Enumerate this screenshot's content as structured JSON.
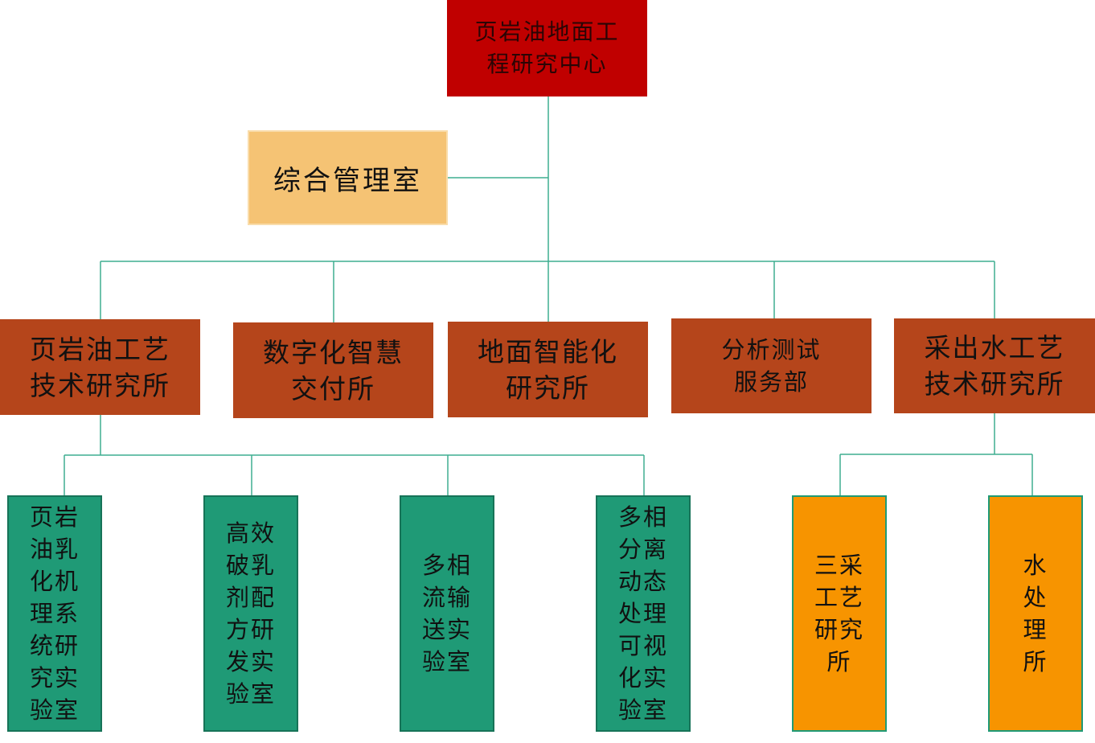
{
  "root": {
    "label": "页岩油地面工\n程研究中心",
    "color": "#c00000"
  },
  "admin": {
    "label": "综合管理室",
    "color": "#f5c374"
  },
  "departments": [
    {
      "label": "页岩油工艺\n技术研究所"
    },
    {
      "label": "数字化智慧\n交付所"
    },
    {
      "label": "地面智能化\n研究所"
    },
    {
      "label": "分析测试\n服务部"
    },
    {
      "label": "采出水工艺\n技术研究所"
    }
  ],
  "labs": [
    {
      "label": "页岩\n油乳\n化机\n理系\n统研\n究实\n验室"
    },
    {
      "label": "高效\n破乳\n剂配\n方研\n发实\n验室"
    },
    {
      "label": "多相\n流输\n送实\n验室"
    },
    {
      "label": "多相\n分离\n动态\n处理\n可视\n化实\n验室"
    }
  ],
  "water_units": [
    {
      "label": "三采\n工艺\n研究\n所"
    },
    {
      "label": "水\n处\n理\n所"
    }
  ],
  "colors": {
    "department": "#b5451b",
    "lab": "#1f9a76",
    "water_unit": "#f79400",
    "connector": "#3fae90"
  }
}
